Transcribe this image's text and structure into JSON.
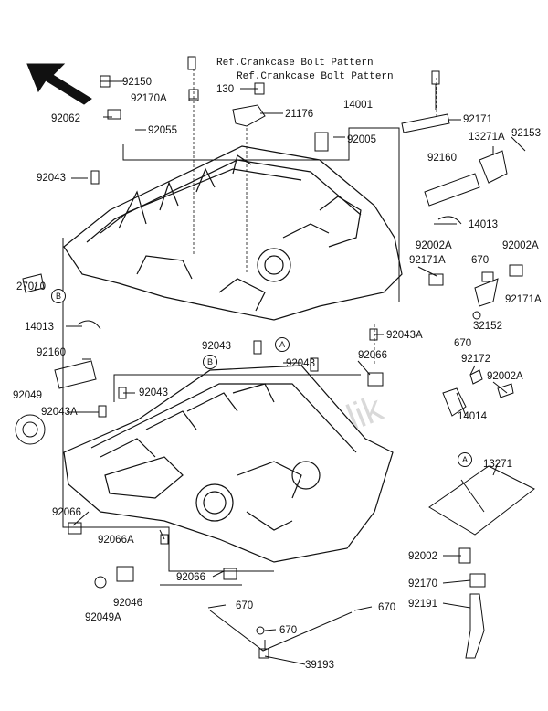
{
  "diagram": {
    "reference_notes": [
      "Ref.Crankcase Bolt Pattern",
      "Ref.Crankcase Bolt Pattern"
    ],
    "markers": [
      "A",
      "B",
      "A",
      "B"
    ],
    "part_numbers": {
      "p92150": "92150",
      "p92170A": "92170A",
      "p92062": "92062",
      "p92055": "92055",
      "p130": "130",
      "p21176": "21176",
      "p14001": "14001",
      "p92171": "92171",
      "p92005": "92005",
      "p13271A": "13271A",
      "p92153": "92153",
      "p92043_a": "92043",
      "p92160_a": "92160",
      "p14013_a": "14013",
      "p92002A_a": "92002A",
      "p92002A_b": "92002A",
      "p92171A_a": "92171A",
      "p670_a": "670",
      "p27010": "27010",
      "p14013_b": "14013",
      "p92171A_b": "92171A",
      "p32152": "32152",
      "p92043A_a": "92043A",
      "p670_b": "670",
      "p92160_b": "92160",
      "p92043_b": "92043",
      "p92043_c": "92043",
      "p92066_a": "92066",
      "p92172": "92172",
      "p92002A_c": "92002A",
      "p92049": "92049",
      "p92043A_b": "92043A",
      "p92043_d": "92043",
      "p14014": "14014",
      "p13271": "13271",
      "p92066_b": "92066",
      "p92066A": "92066A",
      "p92002": "92002",
      "p92066_c": "92066",
      "p92046": "92046",
      "p92170": "92170",
      "p92191": "92191",
      "p92049A": "92049A",
      "p670_c": "670",
      "p670_d": "670",
      "p670_e": "670",
      "p39193": "39193"
    }
  }
}
